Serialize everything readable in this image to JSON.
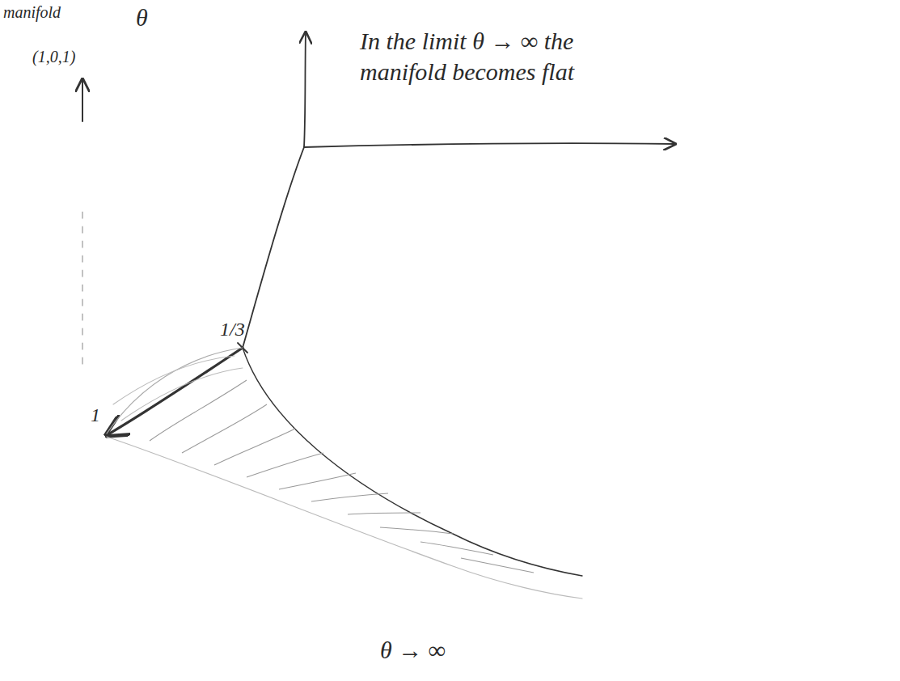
{
  "diagram": {
    "labels": [
      "manifold",
      "θ",
      "(1,0,1)",
      "In the limit θ → ∞ the manifold becomes flat",
      "1/3",
      "1",
      "θ → ∞"
    ]
  }
}
